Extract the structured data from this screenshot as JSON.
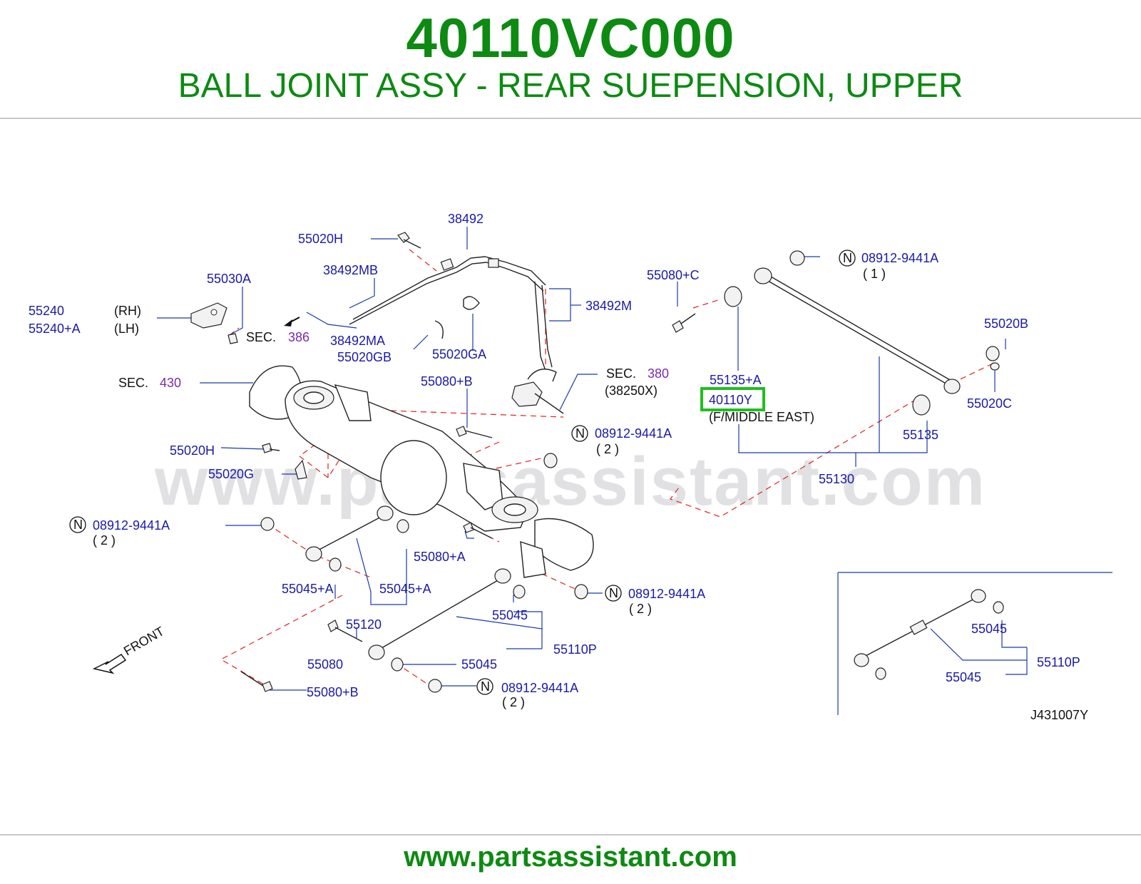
{
  "header": {
    "part_number": "40110VC000",
    "title": "BALL JOINT ASSY - REAR SUEPENSION, UPPER"
  },
  "footer": {
    "url": "www.partsassistant.com"
  },
  "diagram": {
    "watermark": "www.partsassistant.com",
    "diagram_code": "J431007Y",
    "front_label": "FRONT",
    "nut_marker": "N",
    "highlight_color": "#1fbf1f",
    "labels": {
      "p38492": "38492",
      "p55020H_top": "55020H",
      "p38492MB": "38492MB",
      "p55030A": "55030A",
      "p55240": "55240",
      "p55240A": "55240+A",
      "rh": "(RH)",
      "lh": "(LH)",
      "sec_word_1": "SEC.",
      "sec_386": "386",
      "p38492MA": "38492MA",
      "p55020GB": "55020GB",
      "p55020GA": "55020GA",
      "p38492M": "38492M",
      "p55080C": "55080+C",
      "p089_top": "08912-9441A",
      "qty_1": "( 1 )",
      "p55020B": "55020B",
      "p55135A": "55135+A",
      "p40110Y": "40110Y",
      "fmiddle": "(F/MIDDLE   EAST)",
      "p55020C": "55020C",
      "p55135": "55135",
      "p55130": "55130",
      "sec_word_2": "SEC.",
      "sec_380": "380",
      "p38250X": "(38250X)",
      "sec_word_3": "SEC.",
      "sec_430": "430",
      "p55080B_mid": "55080+B",
      "p089_mid": "08912-9441A",
      "qty_2a": "( 2 )",
      "p55020H_mid": "55020H",
      "p55020G": "55020G",
      "p089_left": "08912-9441A",
      "qty_2b": "( 2 )",
      "p55080A": "55080+A",
      "p55045A_1": "55045+A",
      "p55045A_2": "55045+A",
      "p089_right": "08912-9441A",
      "qty_2c": "( 2 )",
      "p55045_mid": "55045",
      "p55120": "55120",
      "p55110P": "55110P",
      "p55080": "55080",
      "p55045_low": "55045",
      "p089_bottom": "08912-9441A",
      "qty_2d": "( 2 )",
      "p55080B_bot": "55080+B",
      "inset_p55045_top": "55045",
      "inset_p55110P": "55110P",
      "inset_p55045_bot": "55045"
    }
  }
}
